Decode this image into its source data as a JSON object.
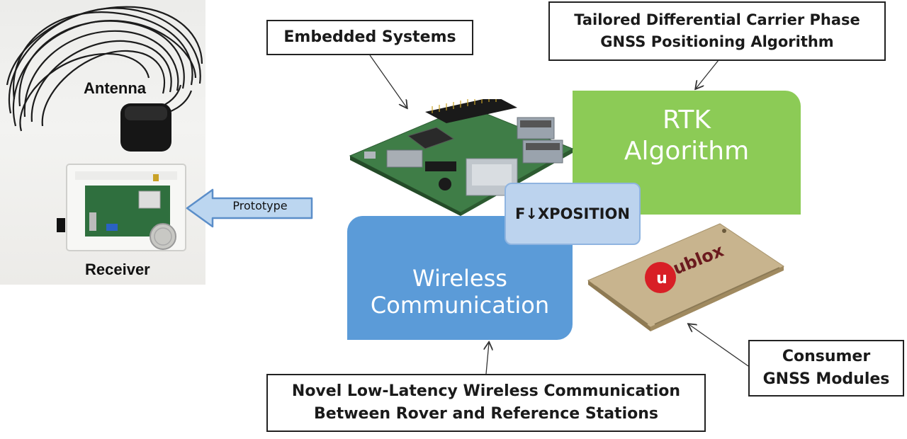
{
  "photo": {
    "antenna_label": "Antenna",
    "receiver_label": "Receiver"
  },
  "prototype_label": "Prototype",
  "callouts": {
    "embedded": "Embedded Systems",
    "algorithm_line1": "Tailored Differential Carrier Phase",
    "algorithm_line2": "GNSS Positioning Algorithm",
    "wireless_line1": "Novel Low-Latency Wireless Communication",
    "wireless_line2": "Between Rover and Reference Stations",
    "gnss_line1": "Consumer",
    "gnss_line2": "GNSS Modules"
  },
  "blocks": {
    "rtk_line1": "RTK",
    "rtk_line2": "Algorithm",
    "wireless_line1": "Wireless",
    "wireless_line2": "Communication",
    "fixposition": "F↓XPOSITION"
  },
  "module_brand": "ublox",
  "colors": {
    "rtk_green": "#8ccb56",
    "wireless_blue": "#5b9bd8",
    "fixposition_bg": "#bcd3ee",
    "arrow_fill": "#bcd6f0",
    "arrow_stroke": "#5b8ec9"
  }
}
